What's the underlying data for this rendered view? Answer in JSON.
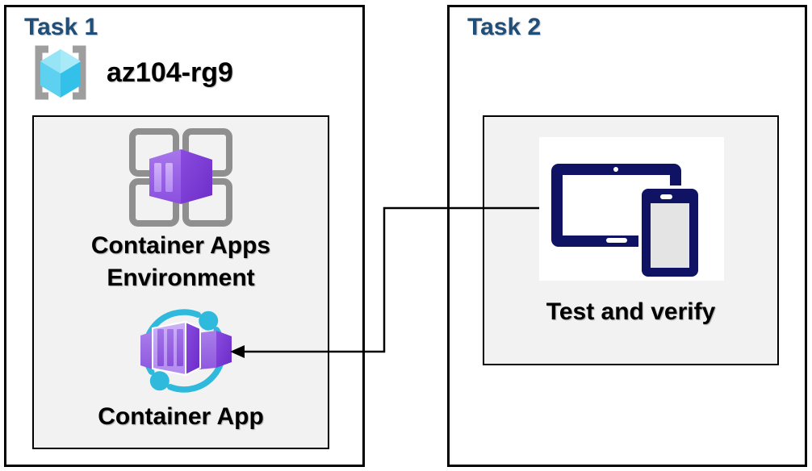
{
  "task1": {
    "title": "Task 1",
    "resource_group_name": "az104-rg9",
    "container_apps_environment_label": "Container Apps Environment",
    "container_app_label": "Container App"
  },
  "task2": {
    "title": "Task 2",
    "test_and_verify_label": "Test and verify"
  },
  "icons": {
    "resource_group": "resource-group-icon",
    "container_apps_environment": "container-apps-environment-icon",
    "container_app": "container-app-icon",
    "devices": "devices-icon"
  },
  "arrow": {
    "from": "devices-icon",
    "to": "container-app-icon",
    "color": "#000000"
  },
  "colors": {
    "task_title_blue": "#1F4E79",
    "inner_box_fill": "#F2F2F2",
    "box_border": "#000000",
    "device_navy": "#101264",
    "cyan_ring": "#2FB9DC",
    "cube_cyan_top": "#97E4F7",
    "cube_cyan_left": "#5FD1F0",
    "cube_cyan_right": "#33C1EA",
    "bracket_gray": "#9E9E9E",
    "grid_gray": "#8F8F8F",
    "purple_light": "#C4A7F3",
    "purple_mid": "#9C6CE6",
    "purple_dark": "#7B3DD8"
  }
}
